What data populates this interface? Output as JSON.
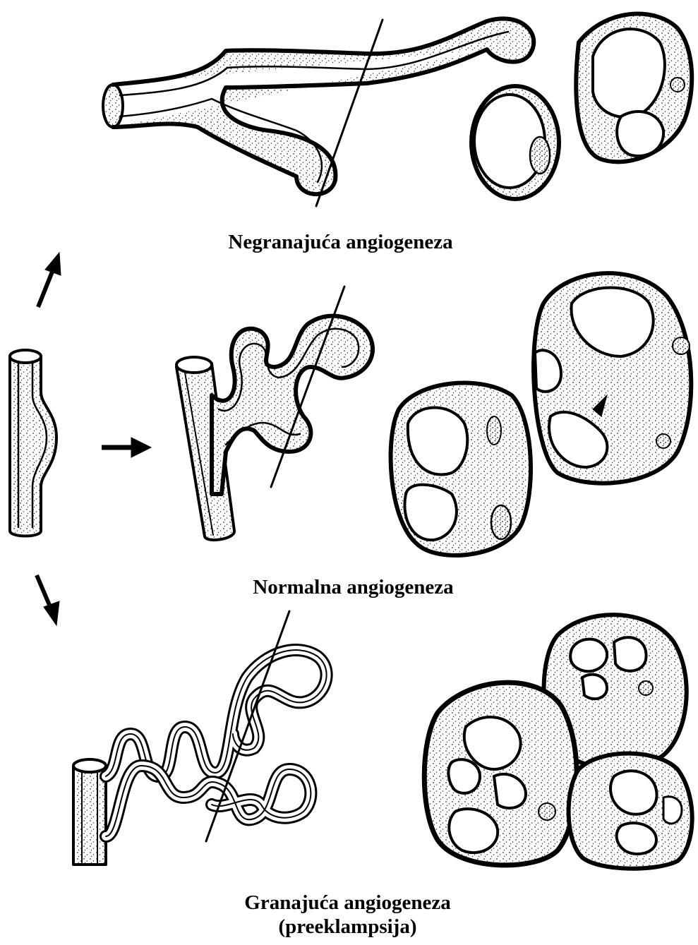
{
  "captions": {
    "top": "Negranajuća angiogeneza",
    "middle": "Normalna angiogeneza",
    "bottom_line1": "Granajuća angiogeneza",
    "bottom_line2": "(preeklampsija)"
  },
  "colors": {
    "ink": "#000000",
    "stipple": "#333333",
    "background": "#ffffff"
  },
  "icons": [
    "arrow-up-right-icon",
    "arrow-right-icon",
    "arrow-down-right-icon"
  ]
}
